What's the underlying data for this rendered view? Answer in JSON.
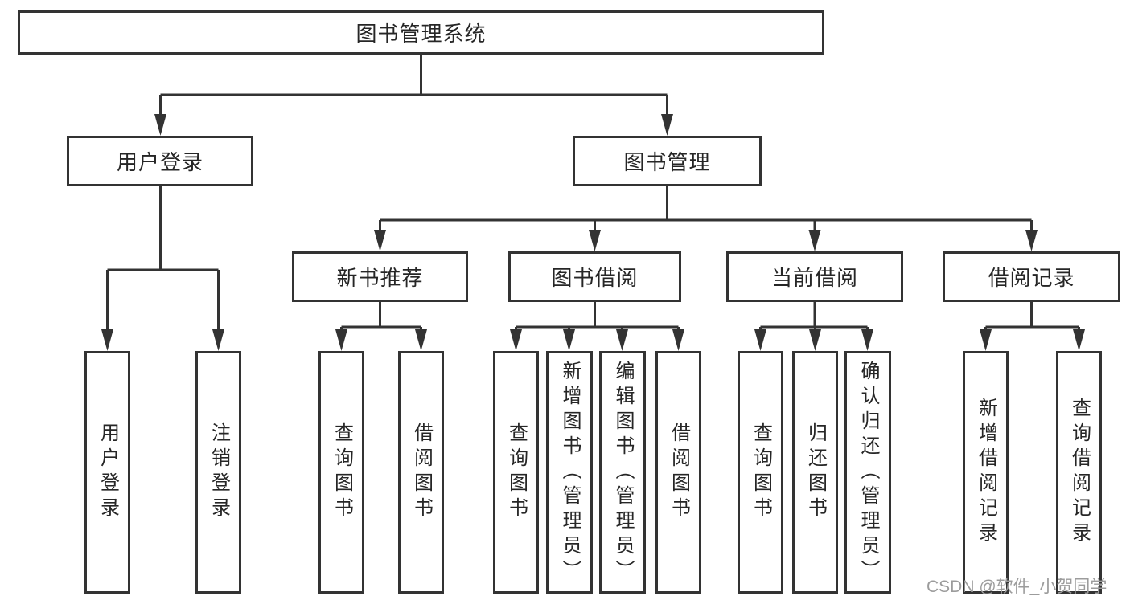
{
  "diagram": {
    "root": {
      "label": "图书管理系统"
    },
    "branches": [
      {
        "label": "用户登录",
        "leaves": [
          "用户登录",
          "注销登录"
        ]
      },
      {
        "label": "图书管理",
        "sections": [
          {
            "label": "新书推荐",
            "leaves": [
              "查询图书",
              "借阅图书"
            ]
          },
          {
            "label": "图书借阅",
            "leaves": [
              "查询图书",
              "新增图书（管理员）",
              "编辑图书（管理员）",
              "借阅图书"
            ]
          },
          {
            "label": "当前借阅",
            "leaves": [
              "查询图书",
              "归还图书",
              "确认归还（管理员）"
            ]
          },
          {
            "label": "借阅记录",
            "leaves": [
              "新增借阅记录",
              "查询借阅记录"
            ]
          }
        ]
      }
    ]
  },
  "watermark": {
    "text": "CSDN @软件_小贺同学"
  },
  "colors": {
    "line": "#333333",
    "box_border": "#333333",
    "text": "#262626",
    "watermark": "#9c9c9c",
    "background": "#ffffff"
  }
}
